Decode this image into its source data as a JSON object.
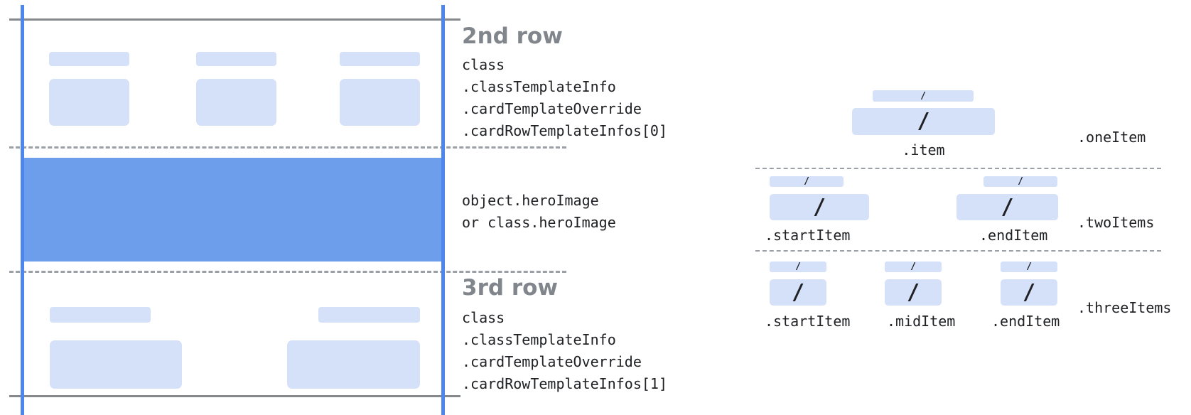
{
  "diagram": {
    "row2": {
      "heading": "2nd row",
      "code_lines": [
        "class",
        ".classTemplateInfo",
        ".cardTemplateOverride",
        ".cardRowTemplateInfos[0]"
      ]
    },
    "hero": {
      "code_lines": [
        "object.heroImage",
        "or class.heroImage"
      ]
    },
    "row3": {
      "heading": "3rd row",
      "code_lines": [
        "class",
        ".classTemplateInfo",
        ".cardTemplateOverride",
        ".cardRowTemplateInfos[1]"
      ]
    }
  },
  "layouts": {
    "slash": "/",
    "one_item": {
      "label": ".oneItem",
      "item_labels": [
        ".item"
      ]
    },
    "two_items": {
      "label": ".twoItems",
      "item_labels": [
        ".startItem",
        ".endItem"
      ]
    },
    "three_items": {
      "label": ".threeItems",
      "item_labels": [
        ".startItem",
        ".midItem",
        ".endItem"
      ]
    }
  },
  "colors": {
    "guide_blue": "#4d86ee",
    "hero_blue": "#6d9eeb",
    "placeholder_blue": "#d5e1f9",
    "solid_line_gray": "#85898c",
    "dashed_line_gray": "#9aa0a6",
    "heading_gray": "#80868b",
    "code_text": "#202124"
  }
}
